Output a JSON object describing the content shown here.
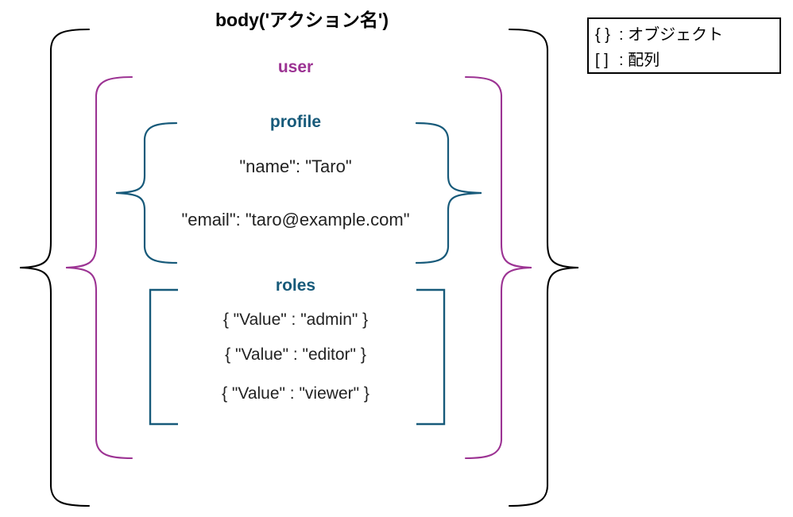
{
  "title": {
    "name": "body",
    "arg": "('アクション名')",
    "full": "body('アクション名')"
  },
  "legend": {
    "rows": [
      {
        "symbol": "{ }",
        "separator": ":",
        "meaning": "オブジェクト"
      },
      {
        "symbol": "[ ]",
        "separator": ":",
        "meaning": "配列"
      }
    ]
  },
  "tree": {
    "root": {
      "key": "body('アクション名')",
      "bracket": "curly",
      "color": "#000000"
    },
    "user": {
      "key": "user",
      "bracket": "curly",
      "color": "#9C3393"
    },
    "profile": {
      "key": "profile",
      "bracket": "curly",
      "color": "#175A7A",
      "entries": [
        {
          "text": "\"name\": \"Taro\""
        },
        {
          "text": "\"email\": \"taro@example.com\""
        }
      ]
    },
    "roles": {
      "key": "roles",
      "bracket": "square",
      "color": "#175A7A",
      "entries": [
        {
          "text": "{ \"Value\" : \"admin\" }"
        },
        {
          "text": "{ \"Value\" : \"editor\" }"
        },
        {
          "text": "{ \"Value\" : \"viewer\" }"
        }
      ]
    }
  },
  "colors": {
    "root_brace": "#000000",
    "user_brace": "#9C3393",
    "node_brace": "#175A7A",
    "text": "#222222",
    "legend_border": "#000000"
  }
}
